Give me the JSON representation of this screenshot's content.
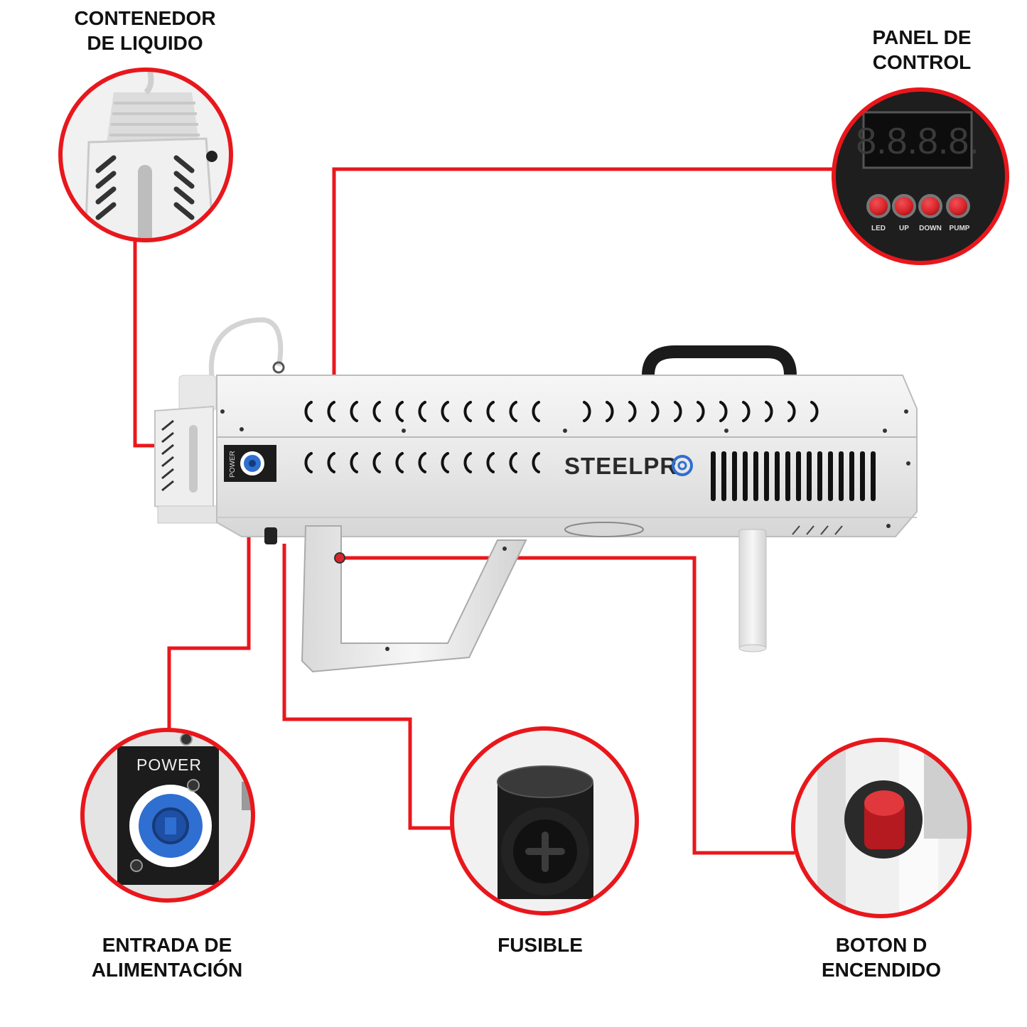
{
  "callouts": {
    "liquid_container": {
      "line1": "CONTENEDOR",
      "line2": "DE LIQUIDO"
    },
    "control_panel": {
      "line1": "PANEL DE",
      "line2": "CONTROL",
      "display": "8.8.8.8.",
      "buttons": [
        "LED",
        "UP",
        "DOWN",
        "PUMP"
      ]
    },
    "power_input": {
      "line1": "ENTRADA DE",
      "line2": "ALIMENTACIÓN",
      "plate_text": "POWER"
    },
    "fuse": {
      "line1": "FUSIBLE"
    },
    "power_button": {
      "line1": "BOTON D",
      "line2": "ENCENDIDO"
    }
  },
  "device": {
    "brand": "STEELPR",
    "power_plate": "POWER"
  },
  "colors": {
    "callout_red": "#e8171c",
    "body": "#ececec",
    "dark": "#1c1c1c",
    "button_red": "#d9252b",
    "connector_blue": "#2f6fd1"
  }
}
